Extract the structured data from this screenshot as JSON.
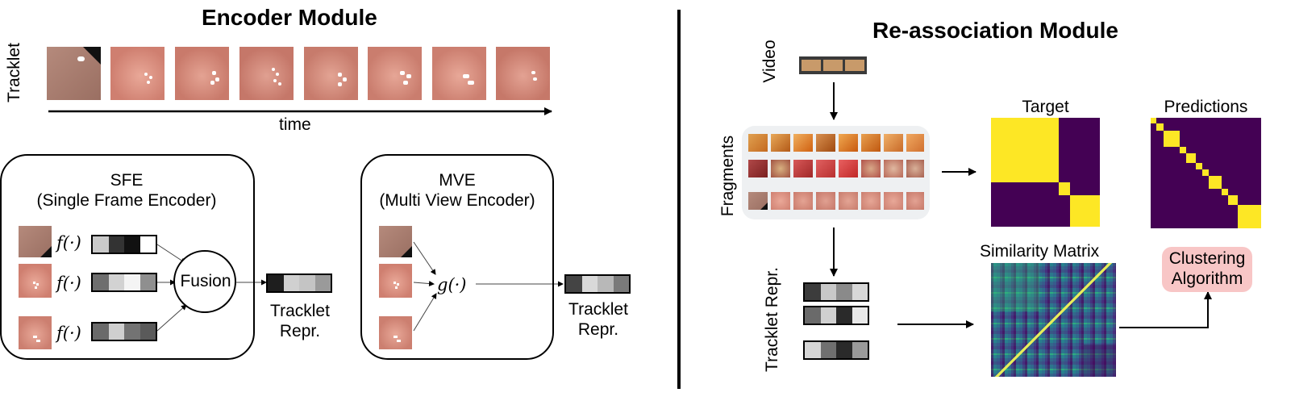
{
  "encoder": {
    "title": "Encoder Module",
    "tracklet_label": "Tracklet",
    "time_label": "time",
    "sfe_title_line1": "SFE",
    "sfe_title_line2": "(Single Frame Encoder)",
    "fusion_label": "Fusion",
    "func_f": "f(·)",
    "sfe_out_line1": "Tracklet",
    "sfe_out_line2": "Repr.",
    "mve_title_line1": "MVE",
    "mve_title_line2": "(Multi View Encoder)",
    "func_g": "g(·)",
    "mve_out_line1": "Tracklet",
    "mve_out_line2": "Repr."
  },
  "reassociation": {
    "title": "Re-association Module",
    "video_label": "Video",
    "fragments_label": "Fragments",
    "tracklet_repr_label": "Tracklet Repr.",
    "target_label": "Target",
    "predictions_label": "Predictions",
    "similarity_label": "Similarity Matrix",
    "clustering_line1": "Clustering",
    "clustering_line2": "Algorithm"
  },
  "colors": {
    "matrix_background": "#440154",
    "matrix_block": "#fde725",
    "clustering_fill": "#f8c6c6",
    "tissue_base": "#d9857a",
    "fragment_panel": "#eef0f2"
  }
}
